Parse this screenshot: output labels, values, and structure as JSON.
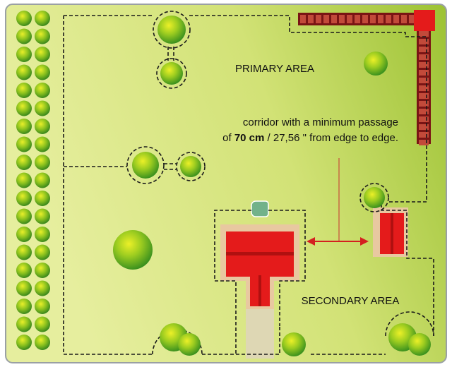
{
  "labels": {
    "primary_area": "PRIMARY AREA",
    "secondary_area": "SECONDARY AREA",
    "corridor_line1": "corridor with a minimum passage",
    "corridor_line2_prefix": "of ",
    "corridor_line2_bold": "70 cm",
    "corridor_line2_suffix": " / 27,56 \" from edge to edge."
  },
  "colors": {
    "lawn_light": "#e3ec9a",
    "lawn_dark": "#9cc233",
    "border": "#9aa0a4",
    "building": "#e41b1b",
    "building_shadow": "#b01010",
    "paving": "#e8c8a0",
    "path": "#ded7b4",
    "fence": "#8a1a1a",
    "station": "#72b28a",
    "wire": "#1a1a1a",
    "arrow": "#d42020"
  },
  "icons": {
    "tree": "tree-icon",
    "charging_station": "charging-station-icon",
    "arrow": "double-arrow-icon"
  }
}
